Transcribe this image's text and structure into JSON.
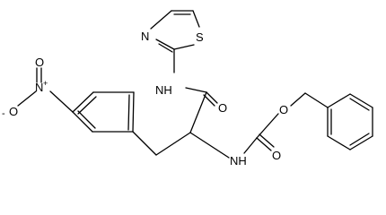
{
  "atom_labels": {
    "thiazole_s": "S",
    "thiazole_n": "N",
    "amide_nh": "NH",
    "amide_o": "O",
    "carbamate_o_ester": "O",
    "carbamate_nh": "NH",
    "carbamate_o_carbonyl": "O",
    "nitro_n": "N",
    "nitro_charge_plus": "+",
    "nitro_o_double": "O",
    "nitro_o_single": "O",
    "nitro_charge_minus": "-"
  },
  "colors": {
    "bond": "#000000",
    "label": "#000000",
    "background": "#ffffff"
  }
}
